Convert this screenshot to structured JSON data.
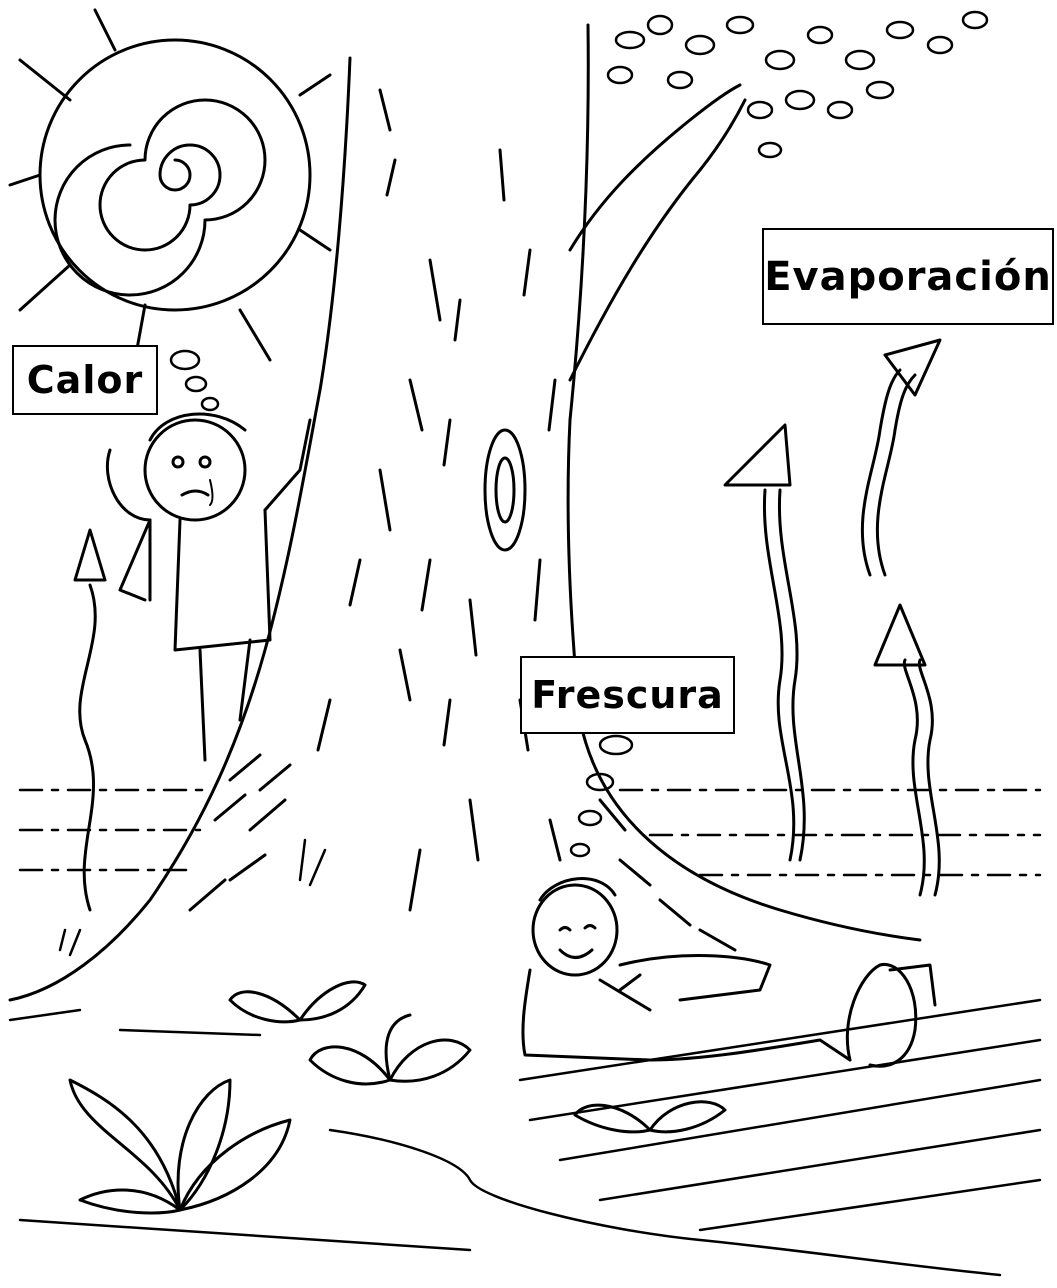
{
  "labels": {
    "calor": "Calor",
    "frescura": "Frescura",
    "evaporacion": "Evaporación"
  },
  "colors": {
    "ink": "#000000",
    "paper": "#ffffff"
  },
  "icons": [
    "sun-icon",
    "tree-icon",
    "hot-person-icon",
    "resting-person-icon",
    "heat-arrow-icon",
    "evaporation-arrow-icon",
    "thought-bubble-icon",
    "plant-icon"
  ]
}
